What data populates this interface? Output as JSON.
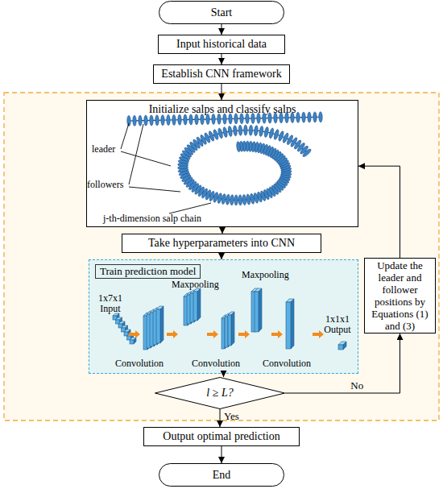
{
  "diagram": {
    "nodes": [
      {
        "text": [
          "Start"
        ]
      },
      {
        "text": [
          "Input historical data"
        ]
      },
      {
        "text": [
          "Establish CNN framework"
        ]
      },
      {
        "text": [
          "Initialize salps and classify salps"
        ]
      },
      {
        "text": [
          "Take hyperparameters into CNN"
        ]
      },
      {
        "text": [
          "Train prediction model"
        ]
      },
      {
        "text": [
          "l ≥ L?"
        ]
      },
      {
        "text": [
          "Update the leader and follower positions by Equations (1) and (3)"
        ]
      },
      {
        "text": [
          "Output optimal prediction"
        ]
      },
      {
        "text": [
          "End"
        ]
      }
    ],
    "edges": [
      {
        "from": 0,
        "to": 1,
        "arrow": "to"
      },
      {
        "from": 1,
        "to": 2,
        "arrow": "to"
      },
      {
        "from": 2,
        "to": 3,
        "arrow": "to"
      },
      {
        "from": 3,
        "to": 4,
        "arrow": "to"
      },
      {
        "from": 4,
        "to": 5,
        "arrow": "to"
      },
      {
        "from": 5,
        "to": 6,
        "arrow": "to"
      },
      {
        "from": 6,
        "to": 8,
        "label": "Yes",
        "arrow": "to"
      },
      {
        "from": 8,
        "to": 9,
        "arrow": "to"
      },
      {
        "from": 6,
        "to": 7,
        "label": "No",
        "arrow": "to"
      },
      {
        "from": 7,
        "to": 3,
        "arrow": "to"
      }
    ],
    "labels": [
      "leader",
      "followers",
      "j-th-dimension salp chain",
      "1x7x1 Input",
      "Convolution",
      "Maxpooling",
      "Convolution",
      "Maxpooling",
      "Convolution",
      "1x1x1 Output"
    ]
  }
}
